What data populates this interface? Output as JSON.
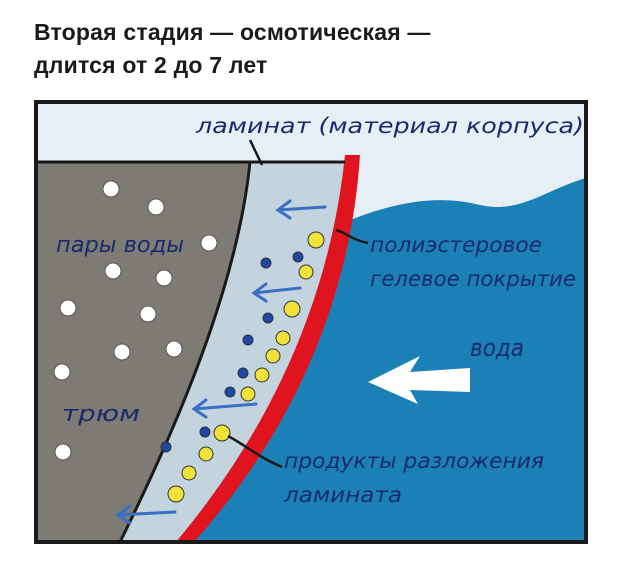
{
  "title": {
    "line1": "Вторая стадия — осмотическая —",
    "line2": "длится от 2 до 7 лет"
  },
  "labels": {
    "laminate": "ламинат (материал корпуса)",
    "vapor": "пары воды",
    "gelcoat_line1": "полиэстеровое",
    "gelcoat_line2": "гелевое покрытие",
    "water": "вода",
    "hold": "трюм",
    "products_line1": "продукты разложения",
    "products_line2": "ламината"
  },
  "colors": {
    "hull_air": "#7d7b73",
    "laminate": "#c3d4de",
    "gelcoat": "#e0141f",
    "water": "#1b80b5",
    "sky": "#e6eff4",
    "arrow_blue": "#3a6fc4",
    "particle_yellow": "#f1e23a",
    "particle_blue": "#1f47a6"
  }
}
